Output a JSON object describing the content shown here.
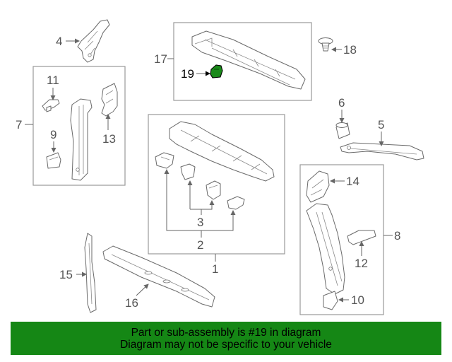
{
  "callouts": {
    "c1": "1",
    "c2": "2",
    "c3": "3",
    "c4": "4",
    "c5": "5",
    "c6": "6",
    "c7": "7",
    "c8": "8",
    "c9": "9",
    "c10": "10",
    "c11": "11",
    "c12": "12",
    "c13": "13",
    "c14": "14",
    "c15": "15",
    "c16": "16",
    "c17": "17",
    "c18": "18",
    "c19": "19"
  },
  "highlight": {
    "part": "19",
    "color": "#1a8a1a"
  },
  "banner": {
    "line1": "Part or sub-assembly is #19 in diagram",
    "line2": "Diagram may not be specific to your vehicle",
    "background": "#158715"
  }
}
